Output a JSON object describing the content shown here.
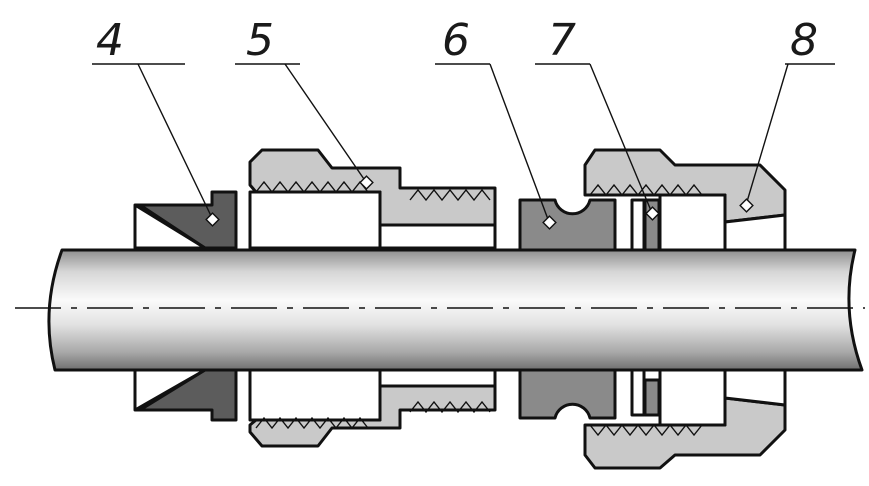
{
  "callouts": [
    {
      "id": "4",
      "label": "4"
    },
    {
      "id": "5",
      "label": "5"
    },
    {
      "id": "6",
      "label": "6"
    },
    {
      "id": "7",
      "label": "7"
    },
    {
      "id": "8",
      "label": "8"
    }
  ],
  "colors": {
    "dark_part": "#5c5c5c",
    "light_part": "#c9c9c9",
    "mid_part": "#8a8a8a",
    "outline": "#111111",
    "background": "#ffffff"
  }
}
